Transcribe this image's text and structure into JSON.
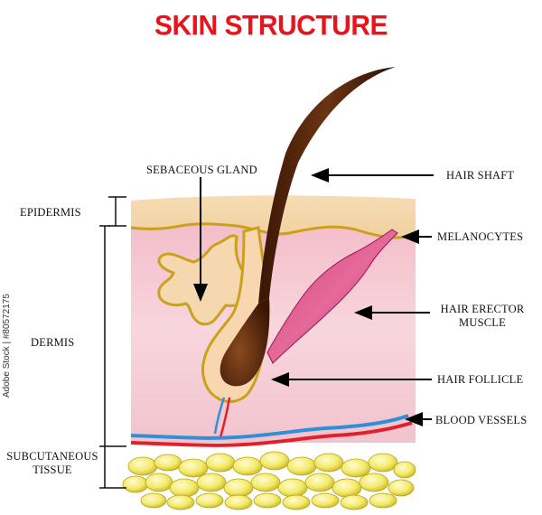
{
  "title": "SKIN STRUCTURE",
  "labels": {
    "epidermis": "EPIDERMIS",
    "dermis": "DERMIS",
    "subcutaneous_line1": "SUBCUTANEOUS",
    "subcutaneous_line2": "TISSUE",
    "sebaceous_gland": "SEBACEOUS GLAND",
    "hair_shaft": "HAIR SHAFT",
    "melanocytes": "MELANOCYTES",
    "hair_erector_line1": "HAIR ERECTOR",
    "hair_erector_line2": "MUSCLE",
    "hair_follicle": "HAIR FOLLICLE",
    "blood_vessels": "BLOOD VESSELS"
  },
  "watermark": "Adobe Stock | #80572175",
  "colors": {
    "title": "#e8141c",
    "epidermis": "#f3d7ad",
    "dermis": "#f6c9d2",
    "gland_outline": "#c9a21a",
    "hair": "#4a2008",
    "muscle": "#c2256a",
    "vein": "#2f8fd8",
    "artery": "#e0202a",
    "fat": "#f2e96a"
  }
}
